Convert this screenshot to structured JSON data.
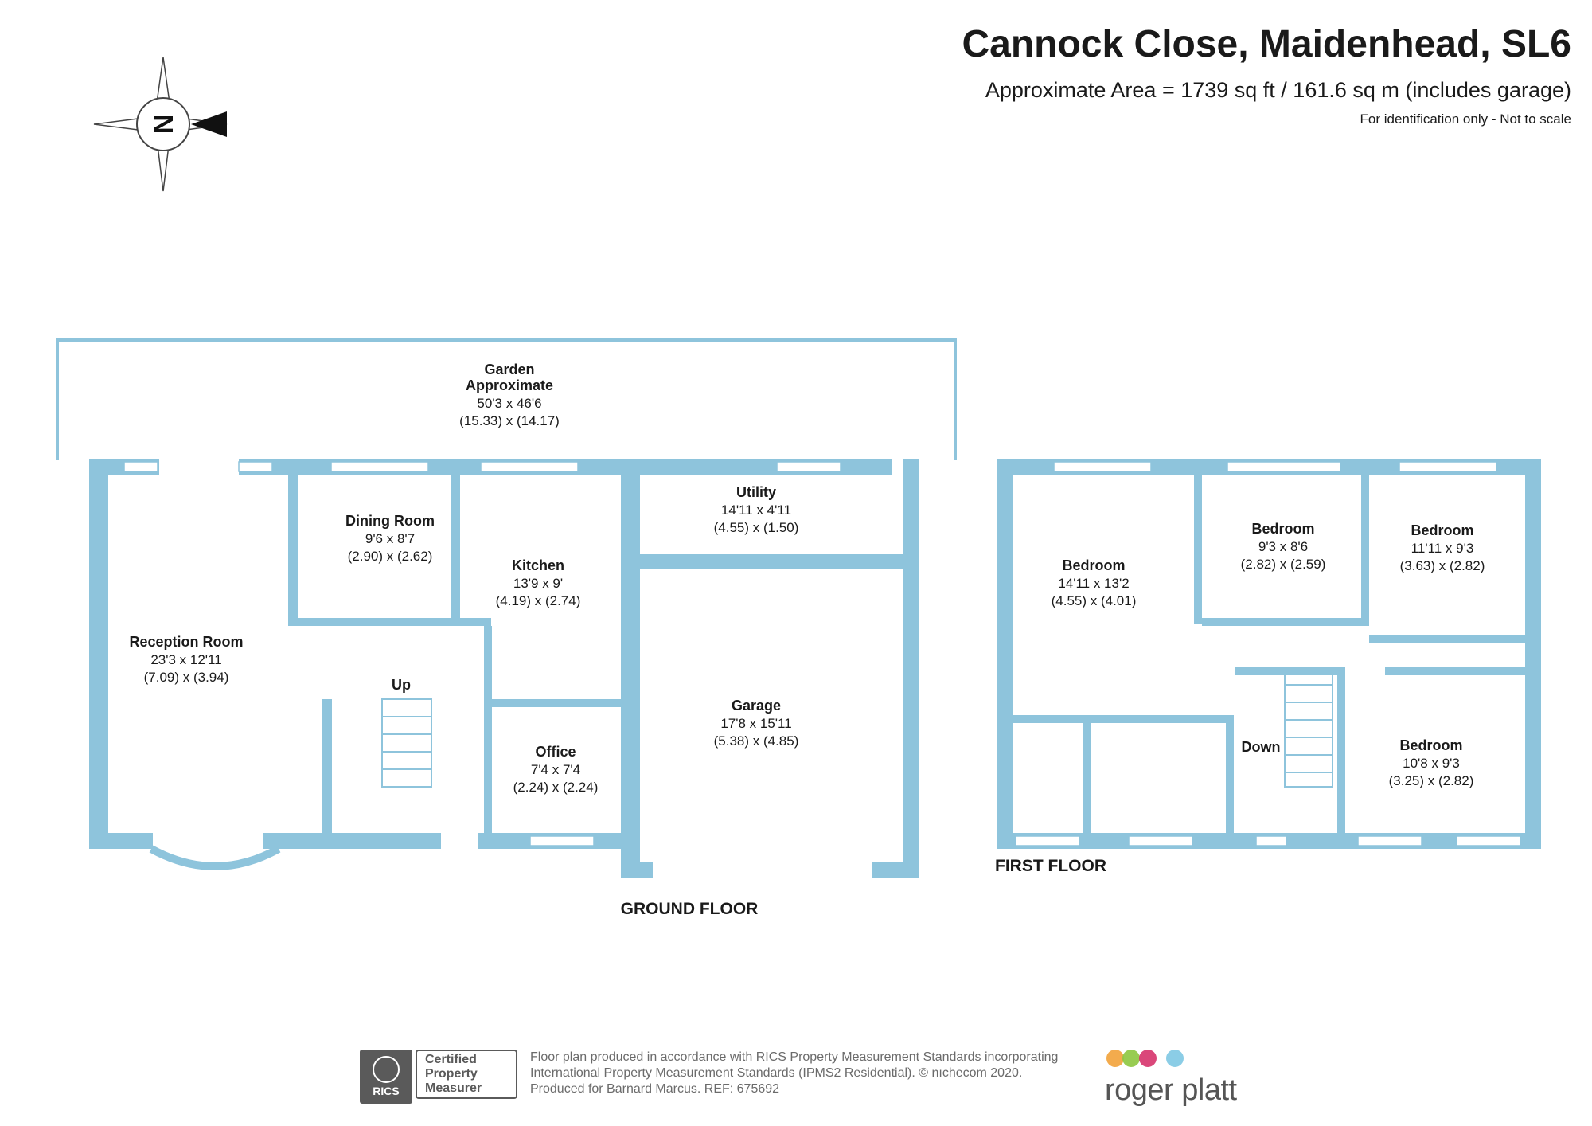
{
  "header": {
    "title": "Cannock Close, Maidenhead, SL6",
    "subtitle": "Approximate Area = 1739 sq ft / 161.6 sq m (includes garage)",
    "note": "For identification only - Not to scale"
  },
  "compass": {
    "label": "N"
  },
  "garden": {
    "name": "Garden",
    "name2": "Approximate",
    "dims_imperial": "50'3 x 46'6",
    "dims_metric": "(15.33) x (14.17)"
  },
  "ground_floor": {
    "label": "GROUND FLOOR",
    "stairs_label": "Up",
    "rooms": [
      {
        "name": "Reception Room",
        "dims_imperial": "23'3 x 12'11",
        "dims_metric": "(7.09) x (3.94)"
      },
      {
        "name": "Dining Room",
        "dims_imperial": "9'6 x 8'7",
        "dims_metric": "(2.90) x (2.62)"
      },
      {
        "name": "Kitchen",
        "dims_imperial": "13'9 x 9'",
        "dims_metric": "(4.19) x (2.74)"
      },
      {
        "name": "Utility",
        "dims_imperial": "14'11 x 4'11",
        "dims_metric": "(4.55) x (1.50)"
      },
      {
        "name": "Office",
        "dims_imperial": "7'4 x 7'4",
        "dims_metric": "(2.24) x (2.24)"
      },
      {
        "name": "Garage",
        "dims_imperial": "17'8 x 15'11",
        "dims_metric": "(5.38) x (4.85)"
      }
    ]
  },
  "first_floor": {
    "label": "FIRST FLOOR",
    "stairs_label": "Down",
    "rooms": [
      {
        "name": "Bedroom",
        "dims_imperial": "14'11 x 13'2",
        "dims_metric": "(4.55) x (4.01)"
      },
      {
        "name": "Bedroom",
        "dims_imperial": "9'3 x 8'6",
        "dims_metric": "(2.82) x (2.59)"
      },
      {
        "name": "Bedroom",
        "dims_imperial": "11'11 x 9'3",
        "dims_metric": "(3.63) x (2.82)"
      },
      {
        "name": "Bedroom",
        "dims_imperial": "10'8 x 9'3",
        "dims_metric": "(3.25) x (2.82)"
      }
    ]
  },
  "footer": {
    "cert_line1": "Certified",
    "cert_line2": "Property",
    "cert_line3": "Measurer",
    "rics_label": "RICS",
    "line1": "Floor plan produced in accordance with RICS Property Measurement Standards incorporating",
    "line2": "International Property Measurement Standards (IPMS2 Residential).   © nıchecom 2020.",
    "line3": "Produced for Barnard Marcus.   REF:  675692",
    "brand": "roger platt"
  },
  "colors": {
    "wall": "#8ec4dc",
    "window": "#ffffff",
    "text": "#1a1a1a",
    "dot1": "#f2a23a",
    "dot2": "#8dc63f",
    "dot3": "#d6336c",
    "dot4": "#7ec8e3"
  }
}
